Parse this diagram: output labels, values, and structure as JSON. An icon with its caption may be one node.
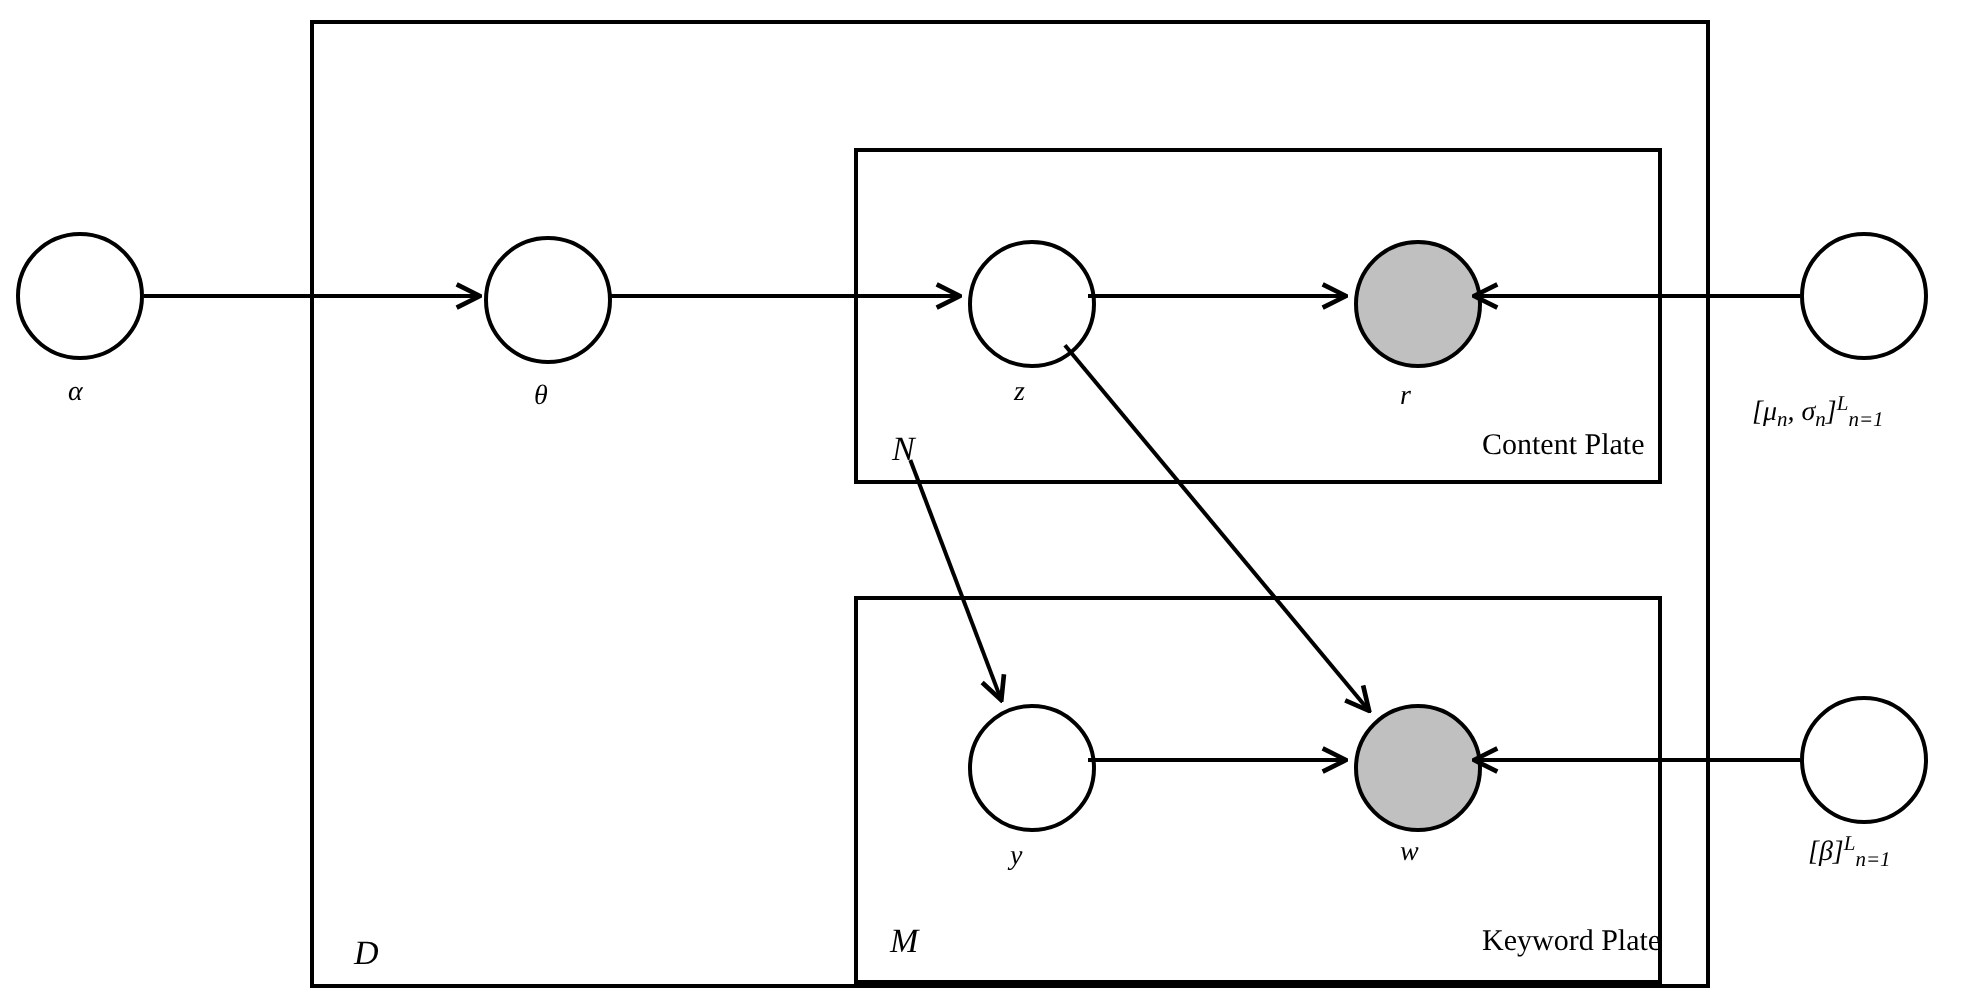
{
  "diagram": {
    "nodes": [
      {
        "text": [],
        "shape": "circle",
        "beside": [
          "α"
        ]
      },
      {
        "text": [
          "D"
        ]
      },
      {
        "text": [],
        "shape": "circle",
        "beside": [
          "θ"
        ],
        "in": 1
      },
      {
        "text": [
          "Content Plate"
        ],
        "in": 1
      },
      {
        "text": [],
        "shape": "circle",
        "beside": [
          "z"
        ],
        "in": 3
      },
      {
        "text": [],
        "shape": "circle",
        "beside": [
          "r"
        ],
        "in": 3
      },
      {
        "text": [
          "N"
        ],
        "in": 3
      },
      {
        "text": [],
        "shape": "circle",
        "beside": [
          "[μ$_{n}$, σ$_{n}$]$^{L}$$_{n=1}$"
        ]
      },
      {
        "text": [
          "M",
          "Keyword Plate"
        ],
        "in": 1
      },
      {
        "text": [],
        "shape": "circle",
        "beside": [
          "y"
        ],
        "in": 8
      },
      {
        "text": [],
        "shape": "circle",
        "beside": [
          "w"
        ],
        "in": 8
      },
      {
        "text": [],
        "shape": "circle",
        "beside": [
          "[β]$^{L}$$_{n=1}$"
        ]
      }
    ],
    "edges": [
      {
        "from": 0,
        "to": 2,
        "arrow": "to"
      },
      {
        "from": 2,
        "to": 4,
        "arrow": "to"
      },
      {
        "from": 4,
        "to": 5,
        "arrow": "to"
      },
      {
        "from": 7,
        "to": 5,
        "arrow": "to"
      },
      {
        "from": 4,
        "to": 10,
        "arrow": "to"
      },
      {
        "from": 6,
        "to": 9,
        "arrow": "to"
      },
      {
        "from": 9,
        "to": 10,
        "arrow": "to"
      },
      {
        "from": 11,
        "to": 10,
        "arrow": "to"
      }
    ]
  }
}
